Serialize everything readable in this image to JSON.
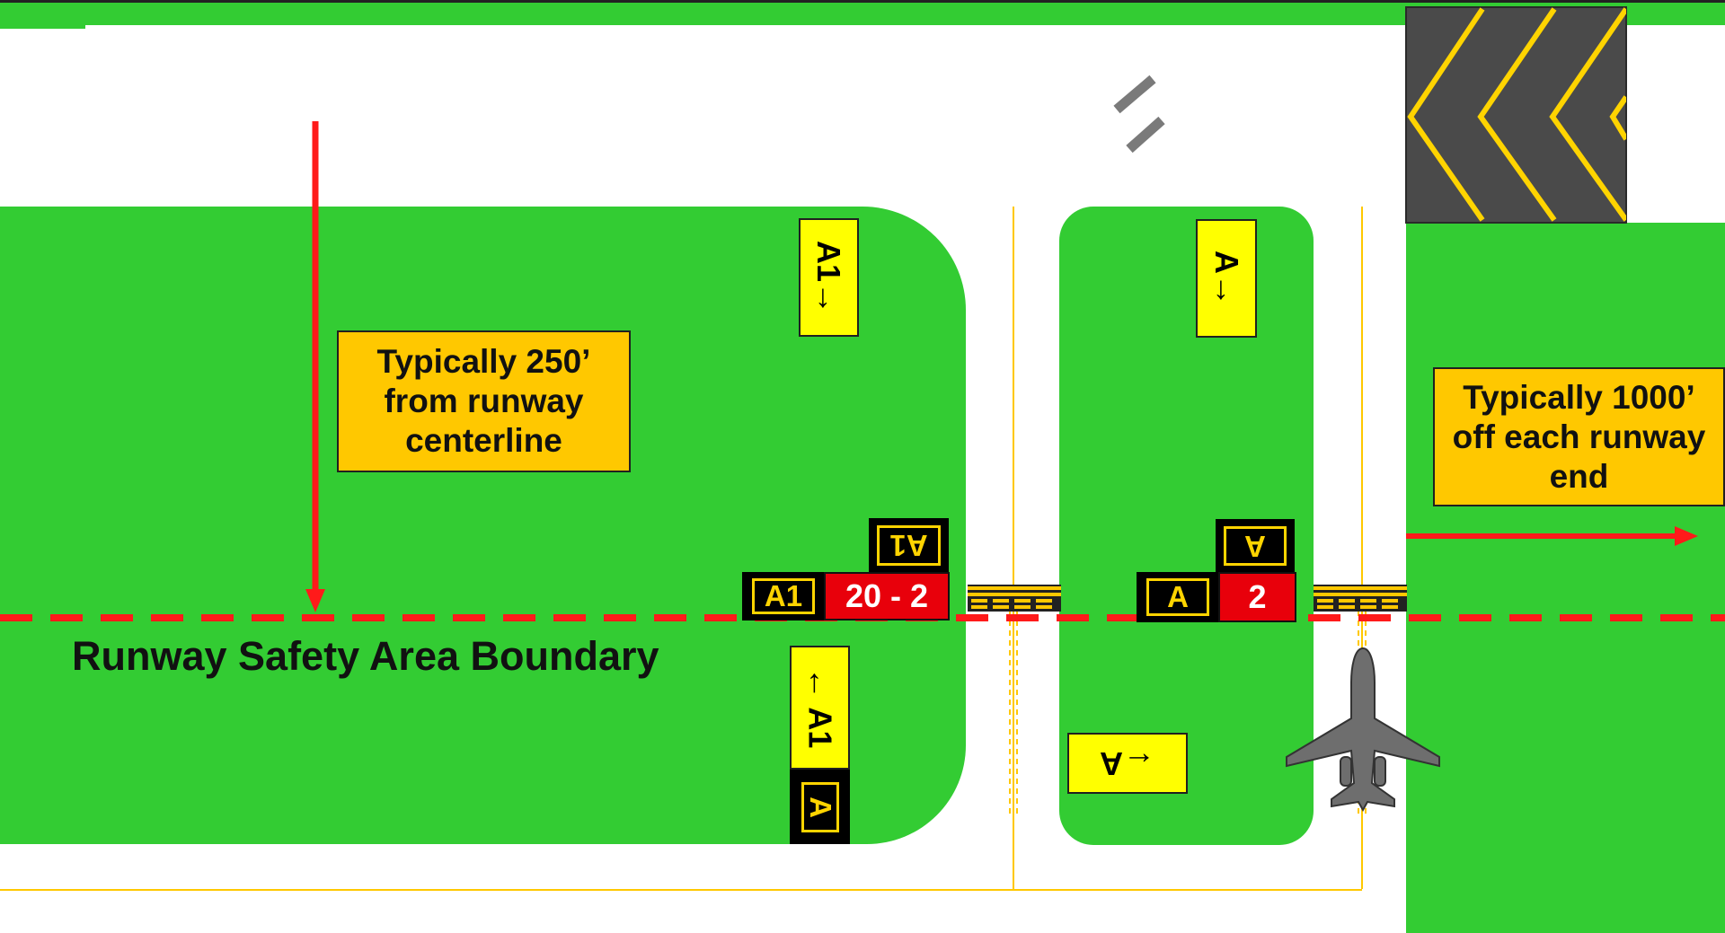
{
  "callouts": {
    "rsa_side": "Typically 250’\nfrom runway\ncenterline",
    "rsa_end": "Typically 1000’\noff each runway\nend"
  },
  "boundary_label": "Runway Safety Area Boundary",
  "signs": {
    "a1_direction_top": "A1→",
    "a1_direction_bottom": "← A1",
    "a1_location_upper": "A1",
    "a1_location_main": "A1",
    "runway_20_2": "20 - 2",
    "a_location_lower": "A",
    "a_direction_top": "A→",
    "a_location_upper": "A",
    "a_location_main": "A",
    "runway_2": "2",
    "a_direction_bottom": "←A"
  },
  "icons": [
    "airplane-icon",
    "chevron-marking-icon",
    "arrow-down-icon",
    "arrow-right-icon"
  ],
  "colors": {
    "grass": "#33cc33",
    "pavement": "#ffffff",
    "taxiway_line": "#ffc800",
    "boundary_red": "#ff1a1a",
    "callout_fill": "#ffc800",
    "runway_sign_red": "#e8000b",
    "direction_sign_yellow": "#ffff00",
    "blast_pad_gray": "#4a4a4a",
    "airplane_gray": "#6e6e6e"
  }
}
